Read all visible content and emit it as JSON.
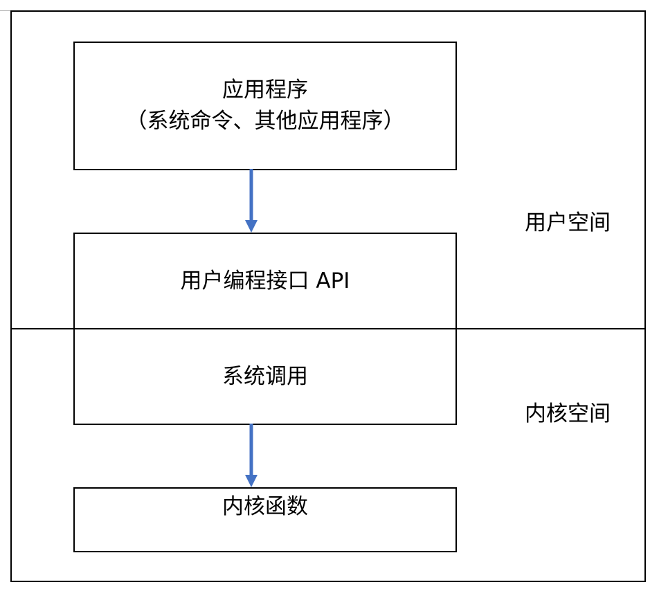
{
  "diagram": {
    "boxes": {
      "application": {
        "line1": "应用程序",
        "line2": "（系统命令、其他应用程序）"
      },
      "user_api": {
        "label": "用户编程接口 API"
      },
      "system_call": {
        "label": "系统调用"
      },
      "kernel_function": {
        "label": "内核函数"
      }
    },
    "regions": {
      "user_space": "用户空间",
      "kernel_space": "内核空间"
    },
    "colors": {
      "arrow": "#4472C4",
      "border": "#000000",
      "background": "#FFFFFF"
    }
  }
}
